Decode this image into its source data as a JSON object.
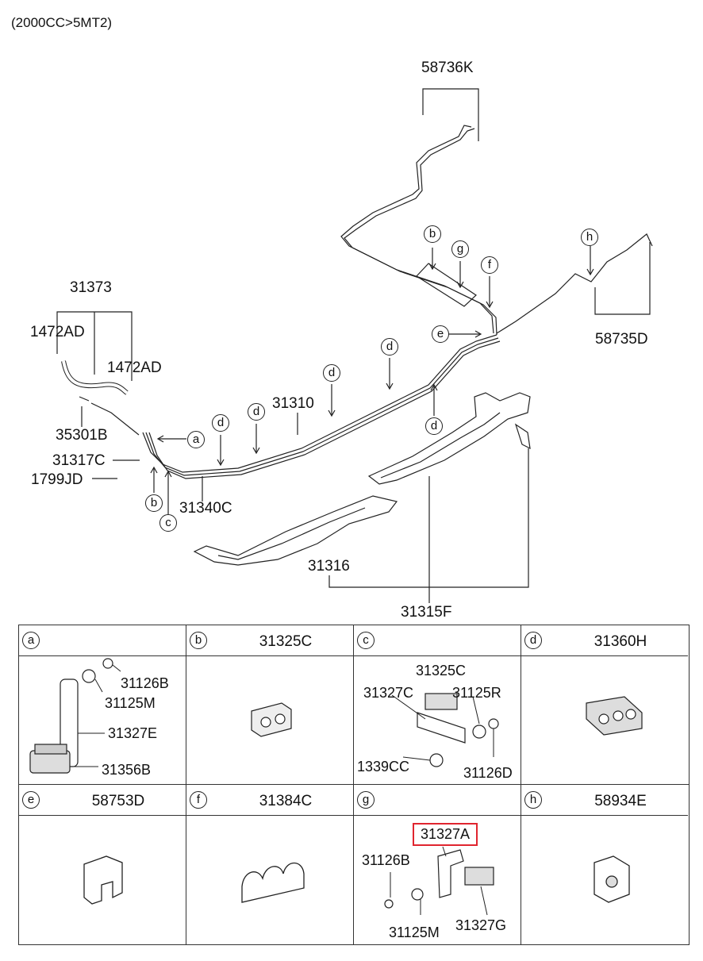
{
  "header": "(2000CC>5MT2)",
  "callouts": {
    "p58736K": "58736K",
    "p31373": "31373",
    "p1472AD_a": "1472AD",
    "p1472AD_b": "1472AD",
    "p35301B": "35301B",
    "p31317C": "31317C",
    "p1799JD": "1799JD",
    "p31310": "31310",
    "p31340C": "31340C",
    "p31316": "31316",
    "p31315F": "31315F",
    "p58735D": "58735D"
  },
  "markers": {
    "a": "a",
    "b": "b",
    "c": "c",
    "d": "d",
    "e": "e",
    "f": "f",
    "g": "g",
    "h": "h"
  },
  "table": {
    "cells": [
      {
        "tag": "a",
        "part": "",
        "subs": [
          "31126B",
          "31125M",
          "31327E",
          "31356B"
        ]
      },
      {
        "tag": "b",
        "part": "31325C",
        "subs": []
      },
      {
        "tag": "c",
        "part": "",
        "subs": [
          "31325C",
          "31327C",
          "31125R",
          "1339CC",
          "31126D"
        ]
      },
      {
        "tag": "d",
        "part": "31360H",
        "subs": []
      },
      {
        "tag": "e",
        "part": "58753D",
        "subs": []
      },
      {
        "tag": "f",
        "part": "31384C",
        "subs": []
      },
      {
        "tag": "g",
        "part": "",
        "subs": [
          "31327A",
          "31126B",
          "31125M",
          "31327G"
        ]
      },
      {
        "tag": "h",
        "part": "58934E",
        "subs": []
      }
    ]
  }
}
